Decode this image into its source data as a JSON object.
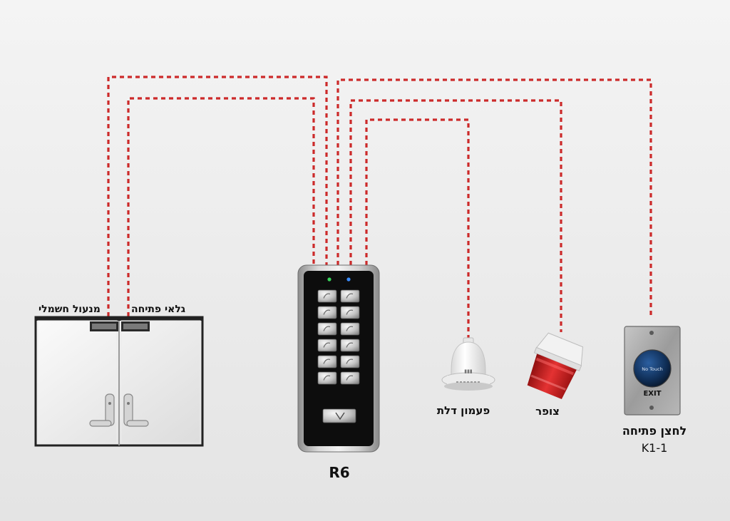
{
  "colors": {
    "wire": "#cc2a2a",
    "background": "#efefef",
    "keypad_face": "#0d0d0d",
    "siren_red": "#c81c1c"
  },
  "labels": {
    "electric_lock": "מנעול חשמלי",
    "open_sensor": "גלאי פתיחה",
    "controller": "R6",
    "door_bell": "פעמון דלת",
    "siren": "צופר",
    "exit_button": "לחצן פתיחה",
    "exit_button_model": "K1-1"
  },
  "exit_button_face": {
    "top_text": "No Touch",
    "bottom_text": "EXIT"
  },
  "icons": {
    "door": "double-door-icon",
    "keypad": "keypad-controller-icon",
    "bell": "bell-icon",
    "siren": "siren-icon",
    "exit": "exit-button-icon"
  }
}
